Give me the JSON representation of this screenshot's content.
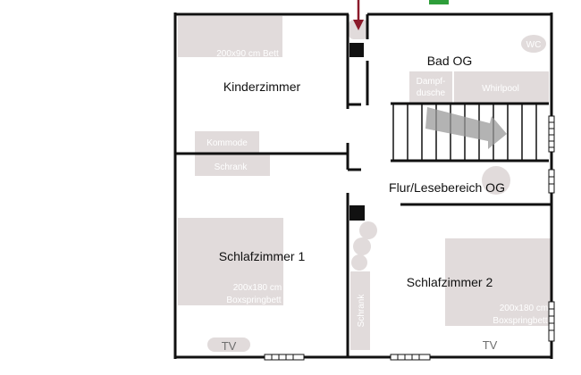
{
  "rooms": {
    "kinderzimmer": "Kinderzimmer",
    "bad": "Bad OG",
    "flur": "Flur/Lesebereich OG",
    "schlafzimmer1": "Schlafzimmer 1",
    "schlafzimmer2": "Schlafzimmer 2"
  },
  "furniture": {
    "bed_single": "200x90 cm Bett",
    "wc": "WC",
    "steam_shower_line1": "Dampf-",
    "steam_shower_line2": "dusche",
    "whirlpool": "Whirlpool",
    "commode": "Kommode",
    "wardrobe_kids": "Schrank",
    "bed1_line1": "200x180 cm",
    "bed1_line2": "Boxspringbett",
    "wardrobe_hall": "Schrank",
    "bed2_line1": "200x180 cm",
    "bed2_line2": "Boxspringbett",
    "tv1": "TV",
    "tv2": "TV"
  },
  "colors": {
    "wall": "#111111",
    "furniture": "#e1dbdb",
    "entry_arrow": "#8b1a2b",
    "marker_green": "#2e9e3a"
  },
  "icons": {
    "entry": "arrow-down-icon",
    "stair_direction": "arrow-right-icon"
  }
}
